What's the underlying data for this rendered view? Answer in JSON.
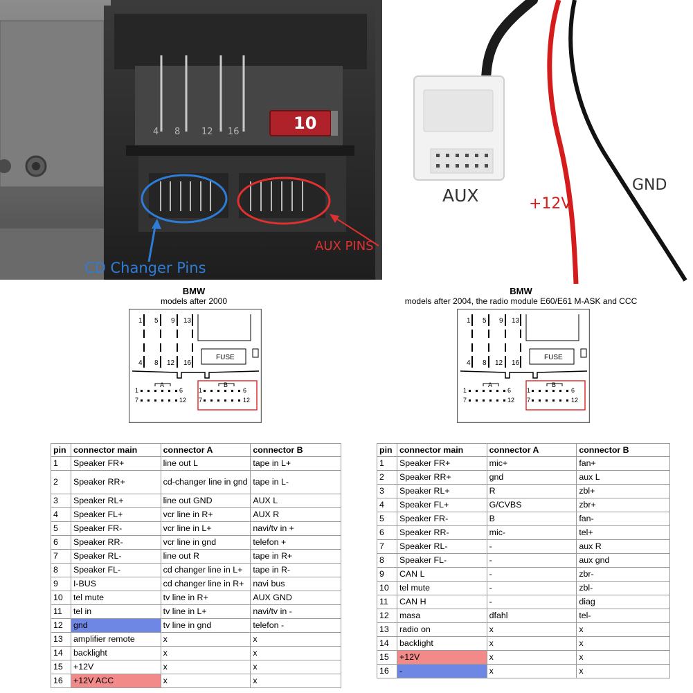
{
  "photo_left": {
    "pin_numbers": [
      "4",
      "8",
      "12",
      "16"
    ],
    "fuse_label": "10",
    "cd_label": "CD Changer Pins",
    "aux_label": "AUX PINS"
  },
  "photo_right": {
    "aux_label": "AUX",
    "v12_label": "+12V",
    "gnd_label": "GND"
  },
  "diagram_left": {
    "brand": "BMW",
    "subtitle": "models after 2000"
  },
  "diagram_right": {
    "brand": "BMW",
    "subtitle": "models after 2004, the radio module E60/E61 M-ASK and CCC"
  },
  "diagram_common": {
    "top_row_labels": [
      "1",
      "5",
      "9",
      "13"
    ],
    "bottom_row_labels": [
      "4",
      "8",
      "12",
      "16"
    ],
    "fuse": "FUSE",
    "block_a": "A",
    "block_b": "B",
    "a_row1_start": "1",
    "a_row1_end": "6",
    "a_row2_start": "7",
    "a_row2_end": "12",
    "b_row1_start": "1",
    "b_row1_end": "6",
    "b_row2_start": "7",
    "b_row2_end": "12"
  },
  "table_left": {
    "headers": [
      "pin",
      "connector main",
      "connector A",
      "connector B"
    ],
    "rows": [
      [
        "1",
        "Speaker FR+",
        "line out L",
        "tape in L+"
      ],
      [
        "2",
        "Speaker RR+",
        "cd-changer line in gnd",
        "tape in L-"
      ],
      [
        "3",
        "Speaker RL+",
        "line out GND",
        "AUX L"
      ],
      [
        "4",
        "Speaker FL+",
        "vcr line in R+",
        "AUX R"
      ],
      [
        "5",
        "Speaker FR-",
        "vcr line in L+",
        "navi/tv in +"
      ],
      [
        "6",
        "Speaker RR-",
        "vcr line in gnd",
        "telefon +"
      ],
      [
        "7",
        "Speaker RL-",
        "line out R",
        "tape in R+"
      ],
      [
        "8",
        "Speaker FL-",
        "cd changer line in L+",
        "tape in R-"
      ],
      [
        "9",
        "I-BUS",
        "cd changer line in R+",
        "navi bus"
      ],
      [
        "10",
        "tel mute",
        "tv line in R+",
        "AUX GND"
      ],
      [
        "11",
        "tel in",
        "tv line in L+",
        "navi/tv in -"
      ],
      [
        "12",
        "gnd",
        "tv line in gnd",
        "telefon -"
      ],
      [
        "13",
        "amplifier remote",
        "x",
        "x"
      ],
      [
        "14",
        "backlight",
        "x",
        "x"
      ],
      [
        "15",
        "+12V",
        "x",
        "x"
      ],
      [
        "16",
        "+12V ACC",
        "x",
        "x"
      ]
    ],
    "highlight_colors": {
      "blue": "#6f87e4",
      "red": "#f28a8a"
    }
  },
  "table_right": {
    "headers": [
      "pin",
      "connector main",
      "connector A",
      "connector B"
    ],
    "rows": [
      [
        "1",
        "Speaker FR+",
        "mic+",
        "fan+"
      ],
      [
        "2",
        "Speaker RR+",
        "gnd",
        "aux L"
      ],
      [
        "3",
        "Speaker RL+",
        "R",
        "zbl+"
      ],
      [
        "4",
        "Speaker FL+",
        "G/CVBS",
        "zbr+"
      ],
      [
        "5",
        "Speaker FR-",
        "B",
        "fan-"
      ],
      [
        "6",
        "Speaker RR-",
        "mic-",
        "tel+"
      ],
      [
        "7",
        "Speaker RL-",
        "-",
        "aux R"
      ],
      [
        "8",
        "Speaker FL-",
        "-",
        "aux gnd"
      ],
      [
        "9",
        "CAN L",
        "-",
        "zbr-"
      ],
      [
        "10",
        "tel mute",
        "-",
        "zbl-"
      ],
      [
        "11",
        "CAN H",
        "-",
        "diag"
      ],
      [
        "12",
        "masa",
        "dfahl",
        "tel-"
      ],
      [
        "13",
        "radio on",
        "x",
        "x"
      ],
      [
        "14",
        "backlight",
        "x",
        "x"
      ],
      [
        "15",
        "+12V",
        "x",
        "x"
      ],
      [
        "16",
        "-",
        "x",
        "x"
      ]
    ]
  }
}
